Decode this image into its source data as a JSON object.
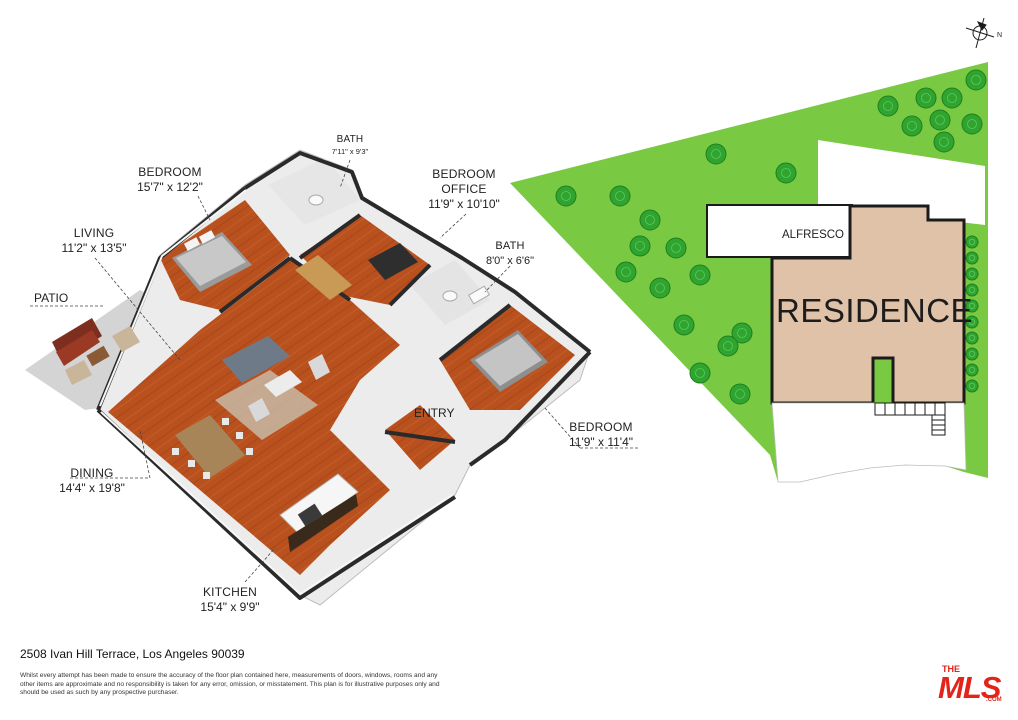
{
  "rooms": {
    "bedroom_1": {
      "name": "BEDROOM",
      "dims": "15'7\" x 12'2\""
    },
    "bath_1": {
      "name": "BATH",
      "dims": "7'11\" x 9'3\""
    },
    "bedroom_office": {
      "name_line1": "BEDROOM",
      "name_line2": "OFFICE",
      "dims": "11'9\" x 10'10\""
    },
    "living": {
      "name": "LIVING",
      "dims": "11'2\" x 13'5\""
    },
    "bath_2": {
      "name": "BATH",
      "dims": "8'0\" x 6'6\""
    },
    "patio": {
      "name": "PATIO"
    },
    "entry": {
      "name": "ENTRY"
    },
    "bedroom_2": {
      "name": "BEDROOM",
      "dims": "11'9\" x 11'4\""
    },
    "dining": {
      "name": "DINING",
      "dims": "14'4\" x 19'8\""
    },
    "kitchen": {
      "name": "KITCHEN",
      "dims": "15'4\" x 9'9\""
    }
  },
  "site_plan": {
    "residence_label": "RESIDENCE",
    "alfresco_label": "ALFRESCO",
    "north_label": "N"
  },
  "footer": {
    "address": "2508 Ivan Hill Terrace, Los Angeles 90039",
    "disclaimer": "Whilst every attempt has been made to ensure the accuracy of the floor plan contained here, measurements of doors, windows, rooms and any other items are approximate and no responsibility is taken for any error, omission, or misstatement. This plan is for illustrative purposes only and should be used as such by any prospective purchaser.",
    "logo_the": "THE",
    "logo_mls": "MLS",
    "logo_com": ".COM"
  },
  "colors": {
    "lawn": "#7ac943",
    "tree": "#2fa52f",
    "residence": "#e0c2a8",
    "wood_floor": "#b9511f",
    "wall": "#f2f2f2",
    "patio": "#d4d4d4",
    "logo_red": "#e2241b"
  }
}
